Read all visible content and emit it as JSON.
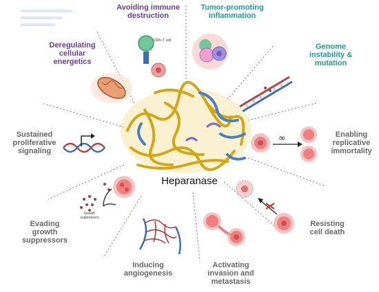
{
  "center": {
    "label": "Heparanase"
  },
  "hallmarks": {
    "avoiding_immune": "Avoiding immune\ndestruction",
    "tumor_inflammation": "Tumor-promoting\ninflammation",
    "genome_instability": "Genome\ninstability &\nmutation",
    "replicative_immortality": "Enabling\nreplicative\nimmortality",
    "resisting_death": "Resisting\ncell death",
    "invasion_metastasis": "Activating\ninvasion and\nmetastasis",
    "angiogenesis": "Inducing\nangiogenesis",
    "growth_suppressors": "Evading\ngrowth\nsuppressors",
    "proliferative_signaling": "Sustained\nproliferative\nsignaling",
    "cellular_energetics": "Deregulating\ncellular\nenergetics"
  },
  "small_labels": {
    "cd8": "CD8+ T cell",
    "growth_supp": "Growth\nsuppressors",
    "infinity": "∞"
  },
  "colors": {
    "purple": "#6a3d9a",
    "teal": "#1a9c9c",
    "gray": "#666666",
    "cell_pink": "#f08a8a",
    "protein_yellow": "#e8c22a",
    "protein_blue": "#4a7fc4"
  }
}
